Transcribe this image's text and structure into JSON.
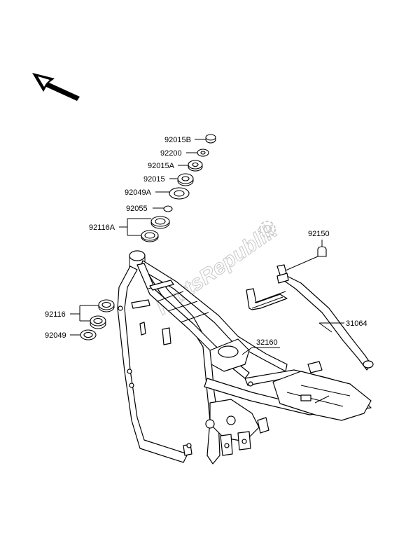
{
  "diagram": {
    "watermark": "PartsRepublik",
    "part_labels": {
      "p92015B": "92015B",
      "p92200": "92200",
      "p92015A": "92015A",
      "p92015": "92015",
      "p92049A": "92049A",
      "p92055": "92055",
      "p92116A": "92116A",
      "p92150": "92150",
      "p92116": "92116",
      "p92049": "92049",
      "p31064": "31064",
      "p32160": "32160"
    }
  }
}
